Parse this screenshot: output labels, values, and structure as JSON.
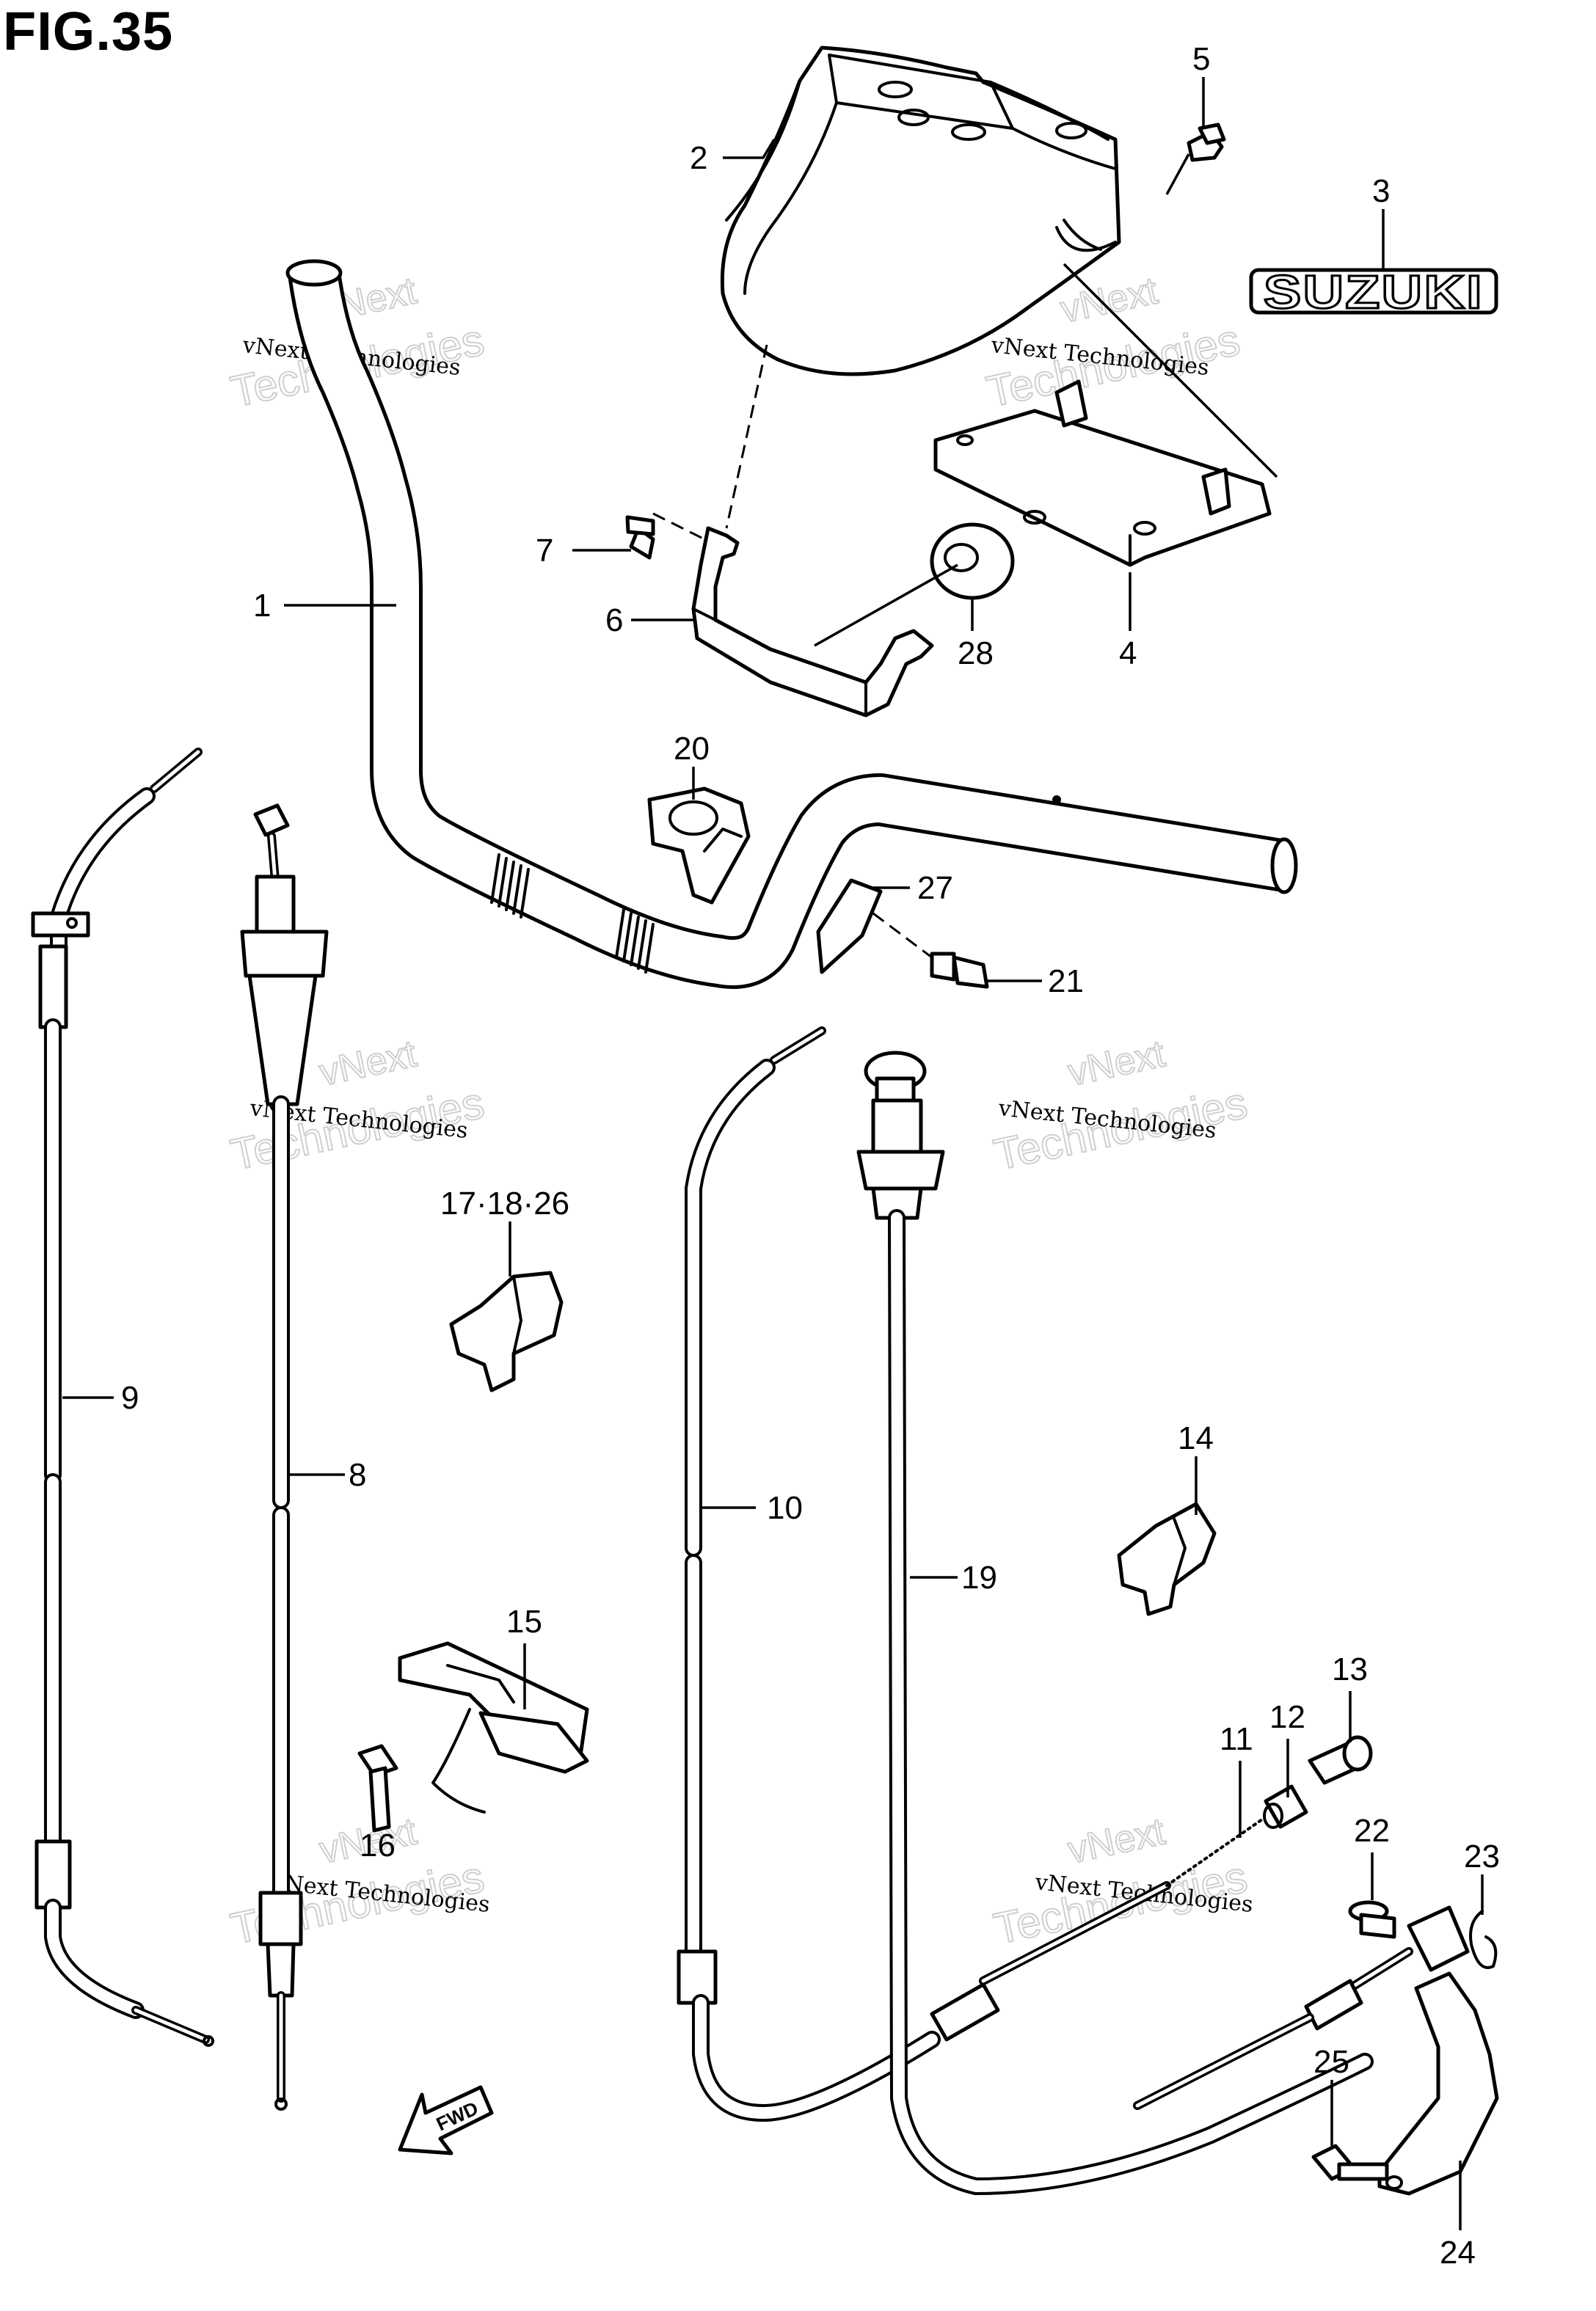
{
  "figure": {
    "title": "FIG.35"
  },
  "logo": {
    "text": "SUZUKI"
  },
  "fwd": {
    "text": "FWD"
  },
  "watermark": {
    "company": "vNext Technologies",
    "line1": "vNext",
    "line2": "Technologies"
  },
  "callouts": {
    "c1": "1",
    "c2": "2",
    "c3": "3",
    "c4": "4",
    "c5": "5",
    "c6": "6",
    "c7": "7",
    "c8": "8",
    "c9": "9",
    "c10": "10",
    "c11": "11",
    "c12": "12",
    "c13": "13",
    "c14": "14",
    "c15": "15",
    "c16": "16",
    "c17": "17·18·26",
    "c19": "19",
    "c20": "20",
    "c21": "21",
    "c22": "22",
    "c23": "23",
    "c24": "24",
    "c25": "25",
    "c27": "27",
    "c28": "28"
  }
}
